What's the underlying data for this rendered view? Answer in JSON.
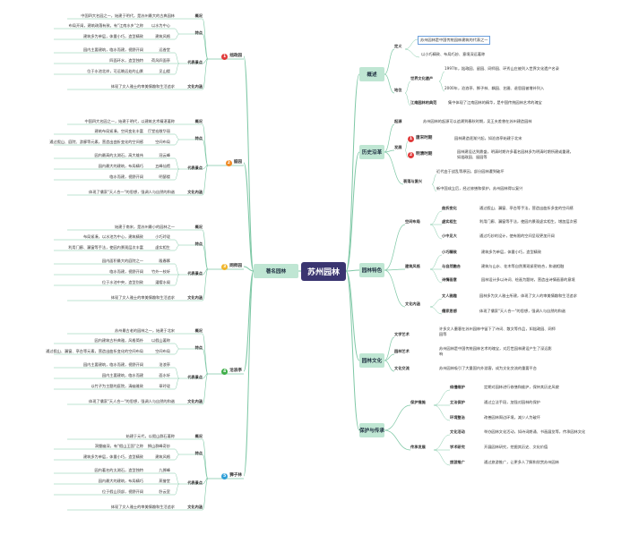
{
  "center": "苏州园林",
  "left": {
    "title": "著名园林",
    "gardens": [
      {
        "num": "1",
        "name": "拙政园",
        "color": "#e03a3a",
        "details": [
          {
            "label": "概况",
            "items": [
              "中国四大名园之一，始建于明代，是苏州最大的古典园林"
            ]
          },
          {
            "label": "特点",
            "items": [
              "布局开阔，建筑疏落有致，有\"江南水乡\"之称",
              "以水为中心",
              "建筑多为单层，体量小巧，造型精致",
              "建筑风格"
            ]
          },
          {
            "label": "代表景点",
            "items": [
              "园内主要建筑，临水而建，视野开阔",
              "远香堂",
              "四面环水，造型独特",
              "荷风四面亭",
              "位于水池北岸，可远眺远处的山景",
              "见山楼"
            ]
          },
          {
            "label": "文化内涵",
            "items": [
              "体现了文人雅士的审美情趣和生活追求"
            ]
          }
        ]
      },
      {
        "num": "2",
        "name": "留园",
        "color": "#f08a24",
        "details": [
          {
            "label": "概况",
            "items": [
              "中国四大名园之一，始建于明代，以建筑艺术精湛著称"
            ]
          },
          {
            "label": "特点",
            "items": [
              "建筑布局紧凑，空间变化丰富",
              "厅堂宏敞华丽",
              "通过假山、庭院、游廊等元素，营造出曲折变化的空间感",
              "空间布局"
            ]
          },
          {
            "label": "代表景点",
            "items": [
              "园内最高的太湖石，高大雄伟",
              "冠云峰",
              "园内最大的建筑，布局精巧",
              "五峰仙馆",
              "临水而建，视野开阔",
              "明瑟楼"
            ]
          },
          {
            "label": "文化内涵",
            "items": [
              "体现了儒家\"天人合一\"的思想，强调人与自然的和谐"
            ]
          }
        ]
      },
      {
        "num": "3",
        "name": "网师园",
        "color": "#f0b429",
        "details": [
          {
            "label": "概况",
            "items": [
              "始建于南宋，是苏州最小的园林之一"
            ]
          },
          {
            "label": "特点",
            "items": [
              "布局紧凑，以水池为中心，建筑精致",
              "小巧玲珑",
              "利用门廊、漏窗等手法，使园内景观层次丰富",
              "虚实相生"
            ]
          },
          {
            "label": "代表景点",
            "items": [
              "园内面积最大的庭院之一",
              "殿春簃",
              "临水而建，视野开阔",
              "竹外一枝轩",
              "位于水池中央，造型别致",
              "濯缨水阁"
            ]
          },
          {
            "label": "文化内涵",
            "items": [
              "体现了文人雅士的审美情趣和生活追求"
            ]
          }
        ]
      },
      {
        "num": "4",
        "name": "沧浪亭",
        "color": "#3fae49",
        "details": [
          {
            "label": "概况",
            "items": [
              "苏州最古老的园林之一，始建于北宋"
            ]
          },
          {
            "label": "特点",
            "items": [
              "园内建筑古朴典雅，风格简朴",
              "以假山著称",
              "通过假山、漏窗、亭台等元素，营造出曲折变化的空间布局",
              "空间布局"
            ]
          },
          {
            "label": "代表景点",
            "items": [
              "园内主要建筑，临水而建，视野开阔",
              "沧浪亭",
              "园内主要建筑，临水而建",
              "面水轩",
              "以竹子为主题的庭院，清幽雅致",
              "翠玲珑"
            ]
          },
          {
            "label": "文化内涵",
            "items": [
              "体现了儒家\"天人合一\"的思想，强调人与自然的和谐"
            ]
          }
        ]
      },
      {
        "num": "5",
        "name": "狮子林",
        "color": "#2f9fd8",
        "details": [
          {
            "label": "概况",
            "items": [
              "始建于元代，以假山群石著称"
            ]
          },
          {
            "label": "特点",
            "items": [
              "洞壑幽深，有\"假山王国\"之称",
              "狮山群峰奇妙",
              "建筑多为单层，体量小巧，造型精致",
              "建筑风格"
            ]
          },
          {
            "label": "代表景点",
            "items": [
              "园内著名的太湖石，造型独特",
              "九狮峰",
              "园内最大的建筑，布局精巧",
              "燕誉堂",
              "位于假山顶部，视野开阔",
              "卧云室"
            ]
          },
          {
            "label": "文化内涵",
            "items": [
              "体现了文人雅士的审美情趣和生活追求"
            ]
          }
        ]
      }
    ]
  },
  "right": {
    "overview": {
      "title": "概述",
      "definition_label": "定义",
      "definition_highlight": "苏州园林是中国传统园林建筑的代表之一",
      "definition_text": "以小巧精致、布局巧妙、意境深远著称",
      "status_label": "地位",
      "world_heritage_label": "世界文化遗产",
      "world_heritage_items": [
        "1997年，拙政园、留园、网师园、环秀山庄被列入世界文化遗产名录",
        "2000年，沧浪亭、狮子林、耦园、艺圃、退思园被增补列入"
      ],
      "jiangnan_label": "江南园林的典范",
      "jiangnan_text": "集中体现了江南园林的精华，是中国传统园林艺术的瑰宝"
    },
    "history": {
      "title": "历史沿革",
      "origin_label": "起源",
      "origin_text": "苏州园林的起源可以追溯到春秋时期，吴王夫差曾在苏州建造园林",
      "develop_label": "发展",
      "develop_items": [
        {
          "num": "1",
          "label": "唐宋时期",
          "text": "园林建造逐渐兴起，如沧浪亭始建于北宋"
        },
        {
          "num": "2",
          "label": "明清时期",
          "text": "园林建设达到鼎盛，明清时期许多著名园林多为明清时期所建或重建，如拙政园、留园等"
        }
      ]
    },
    "modern": {
      "label": "衰落与复兴",
      "items": [
        "近代由于战乱等原因，部分园林遭到破坏",
        "新中国成立后，经过修缮和保护，苏州园林得以复兴"
      ]
    },
    "features": {
      "title": "园林特色",
      "layout_label": "空间布局",
      "layout_items": [
        {
          "label": "曲折变化",
          "text": "通过假山、漏窗、亭台等手法，营造出曲折多变的空间感"
        },
        {
          "label": "虚实相生",
          "text": "利用门廊、漏窗等手法，使园内景观虚实相生，增加层次感"
        },
        {
          "label": "小中见大",
          "text": "通过巧妙的设计，使有限的空间呈现更加开阔"
        }
      ],
      "arch_label": "建筑风格",
      "arch_items": [
        {
          "label": "小巧精致",
          "text": "建筑多为单层，体量小巧，造型精致"
        },
        {
          "label": "与自然融合",
          "text": "建筑与山水、花木等自然景观紧密结合，和谐相融"
        },
        {
          "label": "诗情画意",
          "text": "园林设计多以诗词、绘画为题材，营造出诗情画意的意境"
        }
      ],
      "culture_label": "文化内涵",
      "culture_items": [
        {
          "label": "文人雅趣",
          "text": "园林多为文人雅士所建，体现了文人的审美情趣和生活追求"
        },
        {
          "label": "儒家思想",
          "text": "体现了儒家\"天人合一\"的思想，强调人与自然的和谐"
        }
      ]
    },
    "culture": {
      "title": "园林文化",
      "items": [
        {
          "label": "文学艺术",
          "text": "许多文人墨客在苏州园林中留下了诗词、散文等作品，如拙政园、网师园等"
        },
        {
          "label": "园林艺术",
          "text": "苏州园林是中国传统园林艺术的瑰宝，对后世园林建设产生了深远影响"
        },
        {
          "label": "文化交流",
          "text": "苏州园林吸引了大量国内外游客，成为文化交流的重要平台"
        }
      ]
    },
    "protection": {
      "title": "保护与传承",
      "protect_label": "保护措施",
      "protect_items": [
        {
          "label": "修缮维护",
          "text": "定期对园林进行修缮和维护，保持其历史风貌"
        },
        {
          "label": "立法保护",
          "text": "通过立法手段，加强对园林的保护"
        },
        {
          "label": "环境整治",
          "text": "改善园林周边环境，减少人为破坏"
        }
      ],
      "inherit_label": "传承发展",
      "inherit_items": [
        {
          "label": "文化活动",
          "text": "举办园林文化活动，如诗词朗诵、书画展览等，传承园林文化"
        },
        {
          "label": "学术研究",
          "text": "开展园林研究，挖掘其历史、文化价值"
        },
        {
          "label": "旅游推广",
          "text": "通过旅游推广，让更多人了解和欣赏苏州园林"
        }
      ]
    }
  }
}
